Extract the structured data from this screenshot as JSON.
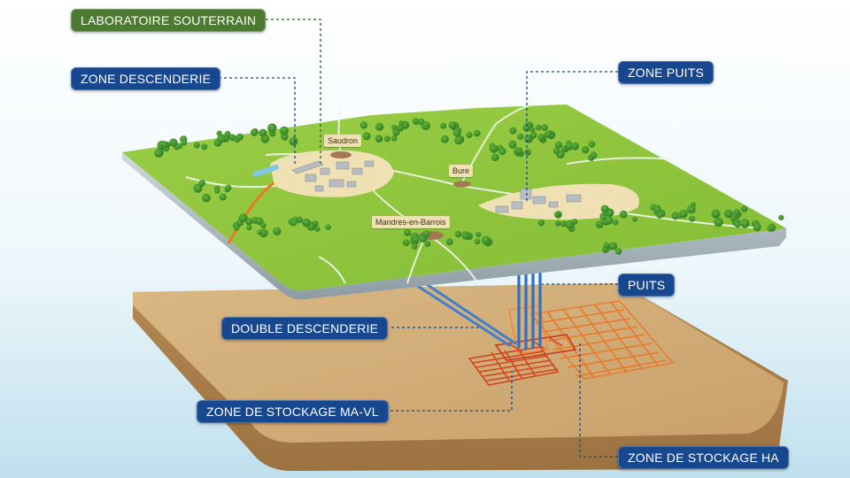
{
  "labels": {
    "laboratoire": "LABORATOIRE SOUTERRAIN",
    "zone_descenderie": "ZONE DESCENDERIE",
    "zone_puits": "ZONE PUITS",
    "puits": "PUITS",
    "double_descenderie": "DOUBLE DESCENDERIE",
    "zone_stockage_mavl": "ZONE DE STOCKAGE MA-VL",
    "zone_stockage_ha": "ZONE DE STOCKAGE HA"
  },
  "towns": {
    "saudron": "Saudron",
    "bure": "Bure",
    "mandres": "Mandres-en-Barrois"
  },
  "colors": {
    "label_blue": "#16478f",
    "label_green": "#4d7a32",
    "grass": "#8fc63e",
    "clay": "#c9a46f",
    "shaft_blue": "#3f7fd1",
    "mavl_red": "#d2451e",
    "ha_orange": "#e8792a"
  }
}
